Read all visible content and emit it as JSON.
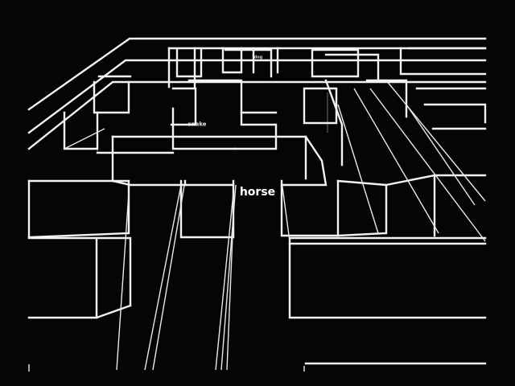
{
  "scene": {
    "labels": {
      "near": "horse",
      "middle": "snake",
      "far": "dog"
    },
    "colors": {
      "background": "#050505",
      "wireframe": "#f2f2f2",
      "chromatic_fringe": "#9aa"
    }
  }
}
